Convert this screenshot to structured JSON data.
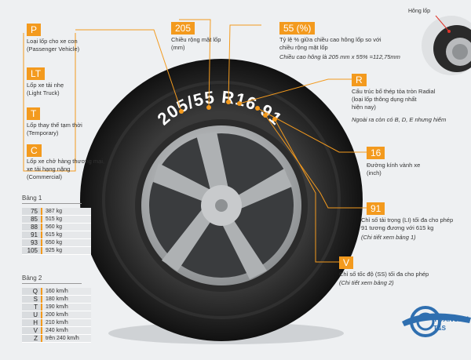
{
  "left": [
    {
      "code": "P",
      "lines": [
        "Loại lốp cho xe con",
        "(Passenger Vehicle)"
      ]
    },
    {
      "code": "LT",
      "lines": [
        "Lốp xe tải nhẹ",
        "(Light Truck)"
      ]
    },
    {
      "code": "T",
      "lines": [
        "Lốp thay thế tạm thời",
        "(Temporary)"
      ]
    },
    {
      "code": "C",
      "lines": [
        "Lốp xe chở hàng thương mại,",
        "xe tải hạng nặng",
        "(Commercial)"
      ]
    }
  ],
  "center": {
    "code": "205",
    "lines": [
      "Chiều rộng mặt lốp",
      "(mm)"
    ]
  },
  "ratio": {
    "code": "55 (%)",
    "lines": [
      "Tỷ lệ % giữa chiều cao hông lốp so với",
      "chiều rộng mặt lốp"
    ],
    "note": "Chiều cao hông là 205 mm  x 55% =112,75mm"
  },
  "right": [
    {
      "code": "R",
      "lines": [
        "Cấu trúc bố thép tỏa tròn Radial",
        "(loại lốp thông dụng nhất",
        "hiện nay)"
      ],
      "note": "Ngoài ra còn có B, D, E nhưng hiếm"
    },
    {
      "code": "16",
      "lines": [
        "Đường kính vành xe",
        "(inch)"
      ],
      "note": ""
    },
    {
      "code": "91",
      "lines": [
        "Chỉ số tải trọng (LI) tối đa cho phép",
        "91 tương đương với 615 kg"
      ],
      "note": "(Chi tiết xem bảng 1)"
    },
    {
      "code": "V",
      "lines": [
        "Chỉ số tốc độ (SS) tối đa cho phép"
      ],
      "note": "(Chi tiết xem bảng 2)"
    }
  ],
  "sidewall_label": "Hông lốp",
  "tire_text": "P205/55 R16 91V",
  "table1": {
    "title": "Bảng 1",
    "rows": [
      [
        "75",
        "387 kg"
      ],
      [
        "85",
        "515 kg"
      ],
      [
        "88",
        "560 kg"
      ],
      [
        "91",
        "615 kg"
      ],
      [
        "93",
        "650 kg"
      ],
      [
        "105",
        "925 kg"
      ]
    ]
  },
  "table2": {
    "title": "Bảng 2",
    "rows": [
      [
        "Q",
        "160 km/h"
      ],
      [
        "S",
        "180 km/h"
      ],
      [
        "T",
        "190 km/h"
      ],
      [
        "U",
        "200 km/h"
      ],
      [
        "H",
        "210 km/h"
      ],
      [
        "V",
        "240 km/h"
      ],
      [
        "Z",
        "trên 240 km/h"
      ]
    ]
  },
  "logo": {
    "brand": "TOANCAU",
    "sub": "T&S"
  },
  "colors": {
    "accent": "#f39a1e",
    "tire": "#1e1e1e",
    "rim": "#b7b9bb"
  }
}
